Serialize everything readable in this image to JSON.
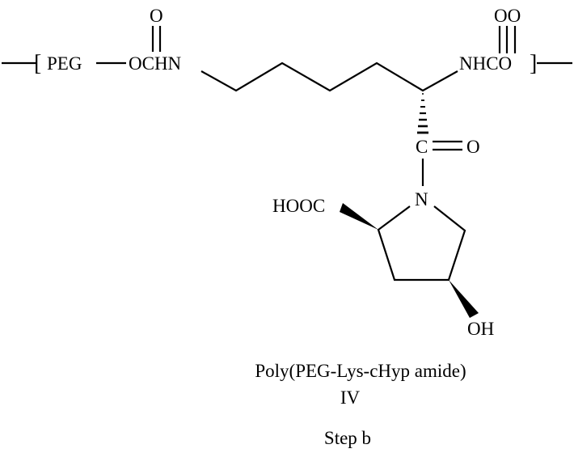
{
  "structure": {
    "peg_label": "PEG",
    "carbamate_label": "OCHN",
    "carbamate_oxygen": "O",
    "amide_label": "NHCO",
    "amide_oxygens": "OO",
    "carbonyl_carbon": "C",
    "carbonyl_oxygen": "O",
    "ring_nitrogen": "N",
    "carboxyl_label": "HOOC",
    "hydroxyl_label": "OH",
    "bracket_open": "[",
    "bracket_close": "]"
  },
  "caption": {
    "name": "Poly(PEG-Lys-cHyp amide)",
    "compound_number": "IV",
    "step": "Step b"
  }
}
